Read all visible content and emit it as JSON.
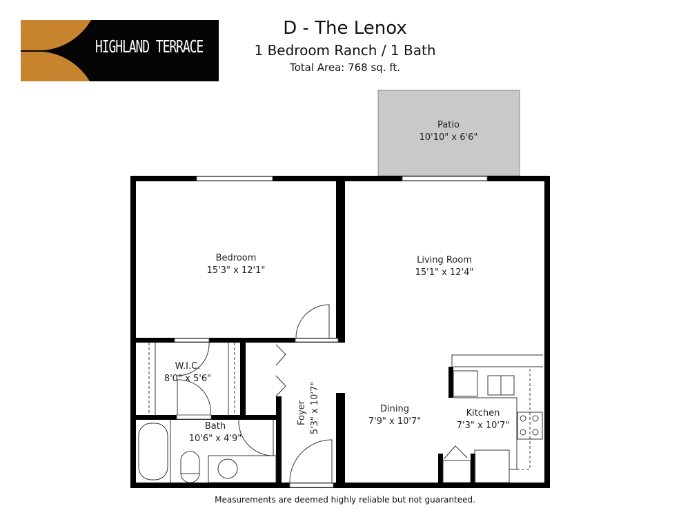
{
  "logo": {
    "text": "HIGHLAND TERRACE",
    "colors": {
      "background": "#050505",
      "accent": "#c8832f"
    }
  },
  "header": {
    "title": "D - The Lenox",
    "subtitle": "1 Bedroom Ranch / 1 Bath",
    "area": "Total Area: 768 sq. ft."
  },
  "rooms": {
    "patio": {
      "name": "Patio",
      "size": "10'10\" x 6'6\""
    },
    "bedroom": {
      "name": "Bedroom",
      "size": "15'3\" x 12'1\""
    },
    "living": {
      "name": "Living Room",
      "size": "15'1\" x 12'4\""
    },
    "wic": {
      "name": "W.I.C.",
      "size": "8'0\" x 5'6\""
    },
    "bath": {
      "name": "Bath",
      "size": "10'6\" x 4'9\""
    },
    "foyer": {
      "name": "Foyer",
      "size": "5'3\" x 10'7\""
    },
    "dining": {
      "name": "Dining",
      "size": "7'9\" x 10'7\""
    },
    "kitchen": {
      "name": "Kitchen",
      "size": "7'3\" x 10'7\""
    }
  },
  "disclaimer": "Measurements are deemed highly reliable but not guaranteed.",
  "colors": {
    "patio_fill": "#c9c9c9",
    "wall": "#000000"
  }
}
